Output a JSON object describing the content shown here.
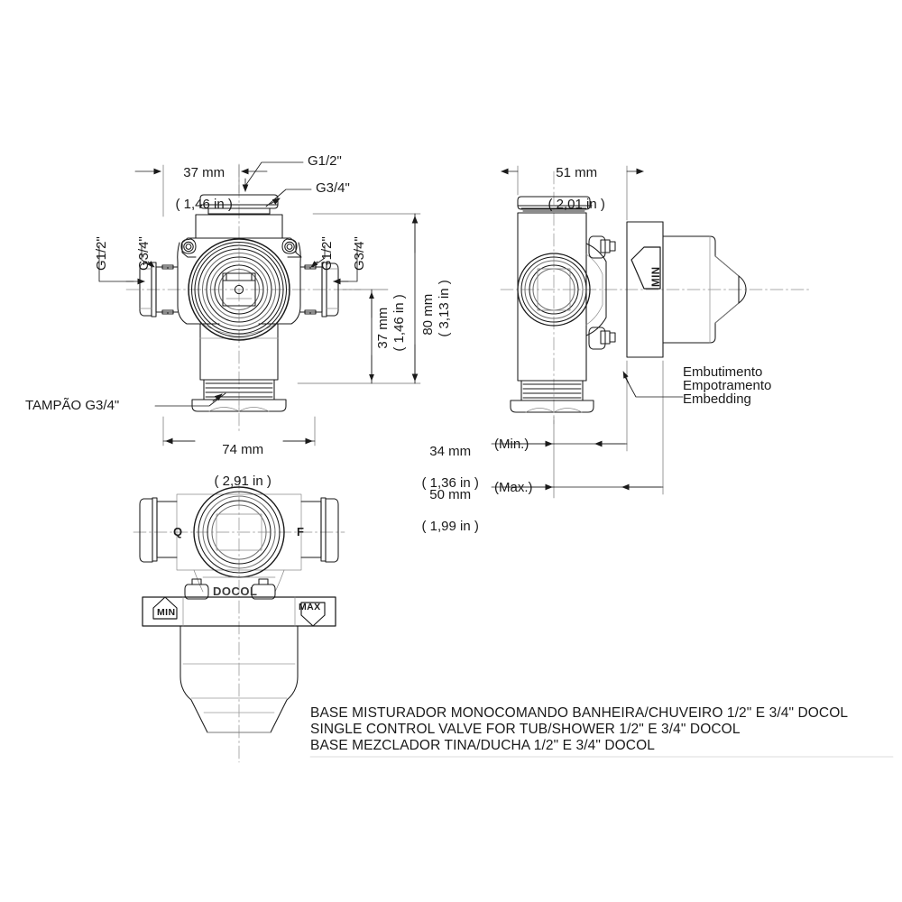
{
  "document": {
    "type": "technical-drawing",
    "brand": "DOCOL",
    "caption_lines": [
      "BASE MISTURADOR MONOCOMANDO BANHEIRA/CHUVEIRO 1/2\" E 3/4\" DOCOL",
      "SINGLE CONTROL VALVE FOR TUB/SHOWER 1/2\" E 3/4\" DOCOL",
      "BASE MEZCLADOR TINA/DUCHA 1/2\" E 3/4\" DOCOL"
    ],
    "line_color": "#1a1a1a",
    "background": "#ffffff"
  },
  "front_view": {
    "name": "front-view",
    "dimensions": {
      "top_width": {
        "mm": "37 mm",
        "in": "( 1,46 in )"
      },
      "overall_width": {
        "mm": "74 mm",
        "in": "( 2,91 in )"
      },
      "overall_height": {
        "mm": "80 mm",
        "in": "( 3,13 in )"
      },
      "lower_height": {
        "mm": "37 mm",
        "in": "( 1,46 in )"
      }
    },
    "callouts": {
      "top_g12": "G1/2\"",
      "top_g34": "G3/4\"",
      "left_g12": "G1/2\"",
      "left_g34": "G3/4\"",
      "right_g12": "G1/2\"",
      "right_g34": "G3/4\"",
      "plug": "TAMPÃO G3/4\""
    }
  },
  "side_view": {
    "name": "side-view",
    "dimensions": {
      "body_width": {
        "mm": "51 mm",
        "in": "( 2,01 in )"
      },
      "embed_min": {
        "mm": "34 mm",
        "in": "( 1,36 in )",
        "qualifier": "(Min.)"
      },
      "embed_max": {
        "mm": "50 mm",
        "in": "( 1,99 in )",
        "qualifier": "(Max.)"
      }
    },
    "callouts": {
      "embedding_pt_br": "Embutimento",
      "embedding_es": "Empotramento",
      "embedding_en": "Embedding",
      "cap_marker": "MIN"
    }
  },
  "bottom_view": {
    "name": "bottom-view",
    "markings": {
      "hot_port": "Q",
      "cold_port": "F",
      "min_marker": "MIN",
      "max_marker": "MAX",
      "brand_plate": "DOCOL"
    }
  }
}
